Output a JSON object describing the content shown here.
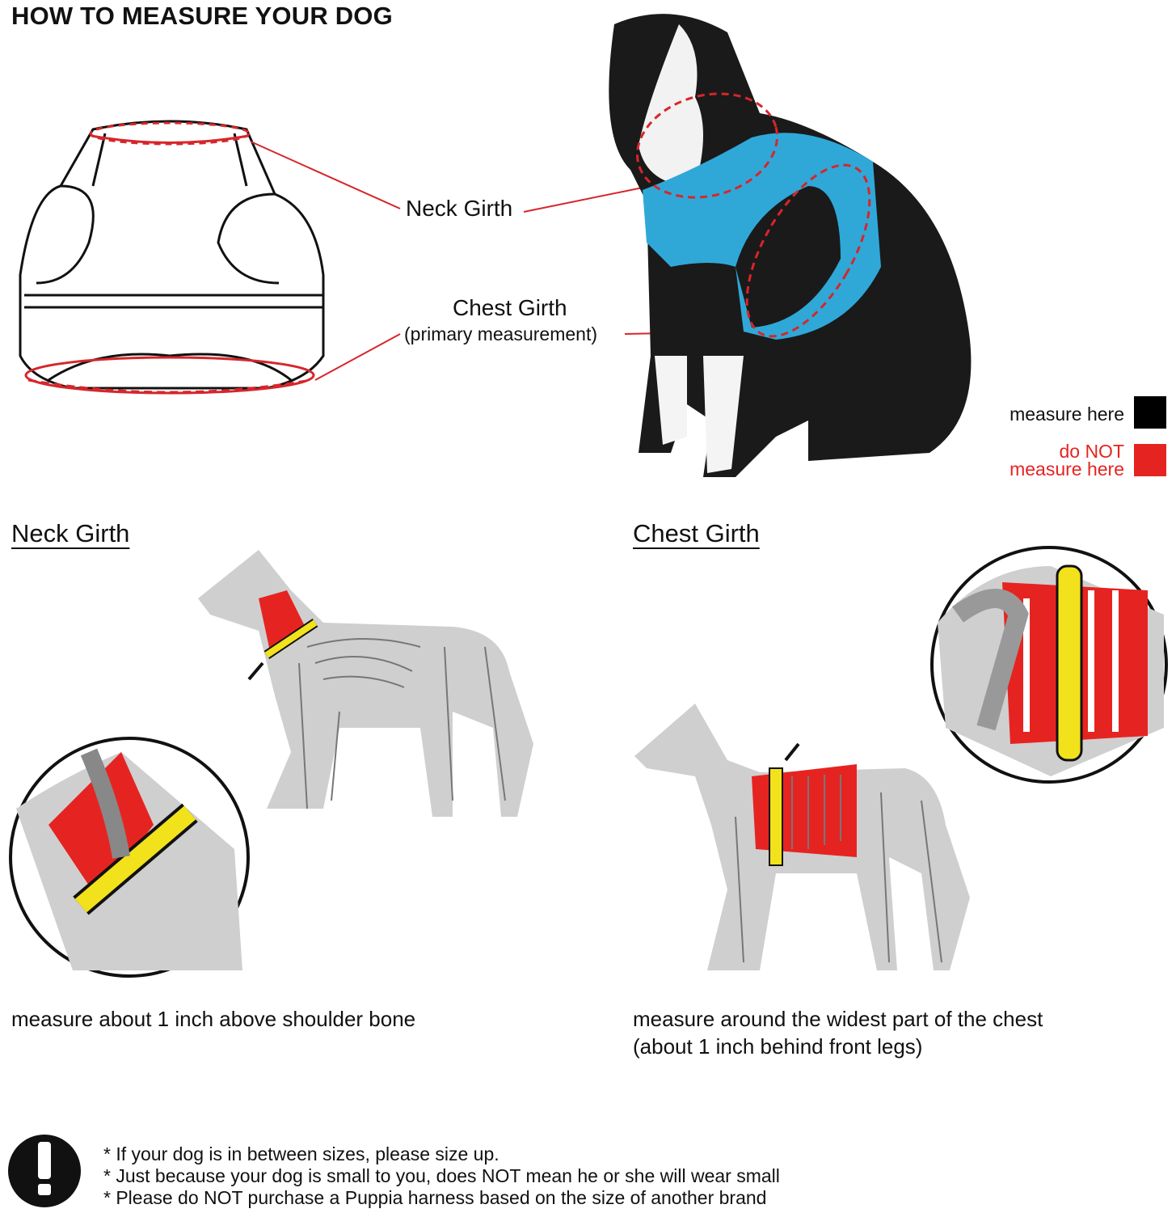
{
  "title": "HOW TO MEASURE YOUR DOG",
  "callouts": {
    "neck": "Neck Girth",
    "chest": "Chest Girth",
    "chest_sub": "(primary measurement)"
  },
  "legend": {
    "measure_here": "measure here",
    "do_not_line1": "do NOT",
    "do_not_line2": "measure here",
    "colors": {
      "measure": "#000000",
      "do_not": "#e52421"
    }
  },
  "sections": {
    "neck": {
      "heading": "Neck Girth",
      "caption": "measure about 1 inch above shoulder bone"
    },
    "chest": {
      "heading": "Chest Girth",
      "caption_line1": "measure around the widest part of the chest",
      "caption_line2": "(about 1 inch behind front legs)"
    }
  },
  "notes": {
    "icon": "exclamation-icon",
    "lines": [
      "* If your dog is in between sizes, please size up.",
      "* Just because your dog is small to you, does NOT mean he or she will wear small",
      "* Please do NOT purchase a Puppia harness based on the size of another brand"
    ]
  },
  "colors": {
    "accent_red": "#d6262b",
    "harness_blue": "#2fa8d8",
    "tape_yellow": "#f2e21c"
  }
}
